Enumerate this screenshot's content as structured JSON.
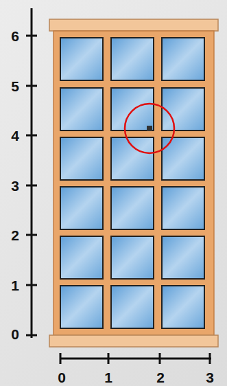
{
  "diagram": {
    "labels": [
      "6",
      "5",
      "4",
      "3",
      "2",
      "1",
      "0",
      "0",
      "1",
      "2",
      "3"
    ]
  }
}
